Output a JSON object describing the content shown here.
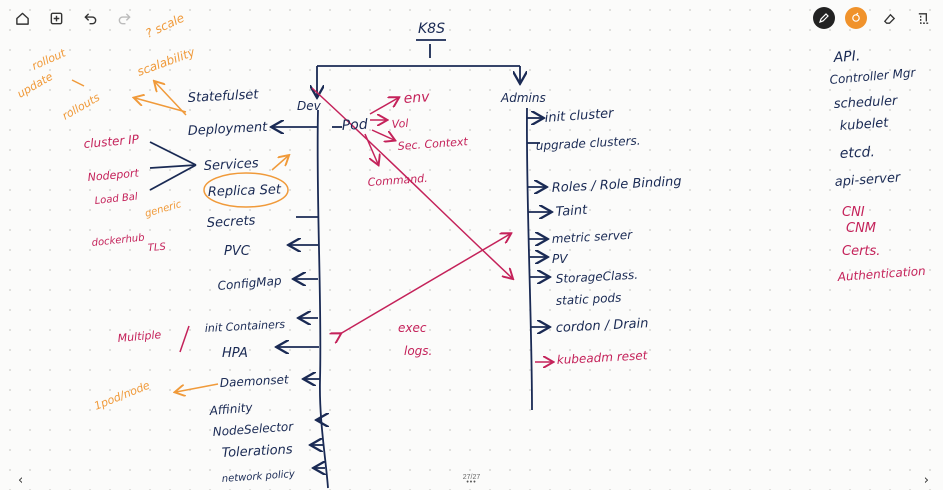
{
  "toolbar": {
    "left": [
      {
        "name": "home-icon",
        "label": "Home"
      },
      {
        "name": "add-page-icon",
        "label": "Add page"
      },
      {
        "name": "undo-icon",
        "label": "Undo"
      },
      {
        "name": "redo-icon",
        "label": "Redo"
      }
    ],
    "right": [
      {
        "name": "pen-icon",
        "color": "#222222"
      },
      {
        "name": "highlighter-icon",
        "color": "#f0922b"
      },
      {
        "name": "eraser-icon",
        "color": "#333333"
      },
      {
        "name": "lasso-icon",
        "color": "#333333"
      }
    ]
  },
  "colors": {
    "blue": "#1a2a54",
    "orange": "#f09a3a",
    "pink": "#c4225a"
  },
  "notes": {
    "title": "K8S",
    "blue": [
      {
        "t": "Statefulset"
      },
      {
        "t": "Deployment"
      },
      {
        "t": "Services"
      },
      {
        "t": "Replica Set"
      },
      {
        "t": "Secrets"
      },
      {
        "t": "PVC"
      },
      {
        "t": "ConfigMap"
      },
      {
        "t": "init Containers"
      },
      {
        "t": "HPA"
      },
      {
        "t": "Daemonset"
      },
      {
        "t": "Affinity"
      },
      {
        "t": "NodeSelector"
      },
      {
        "t": "Tolerations"
      },
      {
        "t": "network policy"
      },
      {
        "t": "Dev"
      },
      {
        "t": "Pod"
      },
      {
        "t": "Admins"
      },
      {
        "t": "init cluster"
      },
      {
        "t": "upgrade clusters."
      },
      {
        "t": "Roles / Role Binding"
      },
      {
        "t": "Taint"
      },
      {
        "t": "metric server"
      },
      {
        "t": "PV"
      },
      {
        "t": "StorageClass."
      },
      {
        "t": "static pods"
      },
      {
        "t": "cordon / Drain"
      },
      {
        "t": "API."
      },
      {
        "t": "Controller Mgr"
      },
      {
        "t": "scheduler"
      },
      {
        "t": "kubelet"
      },
      {
        "t": "etcd."
      },
      {
        "t": "api-server"
      }
    ],
    "pink": [
      {
        "t": "cluster IP"
      },
      {
        "t": "Nodeport"
      },
      {
        "t": "Load Bal"
      },
      {
        "t": "dockerhub"
      },
      {
        "t": "TLS"
      },
      {
        "t": "env"
      },
      {
        "t": "Vol"
      },
      {
        "t": "Sec. Context"
      },
      {
        "t": "Command."
      },
      {
        "t": "Multiple"
      },
      {
        "t": "exec"
      },
      {
        "t": "logs."
      },
      {
        "t": "kubeadm reset"
      },
      {
        "t": "CNI"
      },
      {
        "t": "CNM"
      },
      {
        "t": "Certs."
      },
      {
        "t": "Authentication"
      }
    ],
    "orange": [
      {
        "t": "rollout"
      },
      {
        "t": "update"
      },
      {
        "t": "rollouts"
      },
      {
        "t": "? scale"
      },
      {
        "t": "scalability"
      },
      {
        "t": "generic"
      },
      {
        "t": "1pod/node"
      }
    ]
  },
  "page": {
    "indicator": "27/27"
  }
}
